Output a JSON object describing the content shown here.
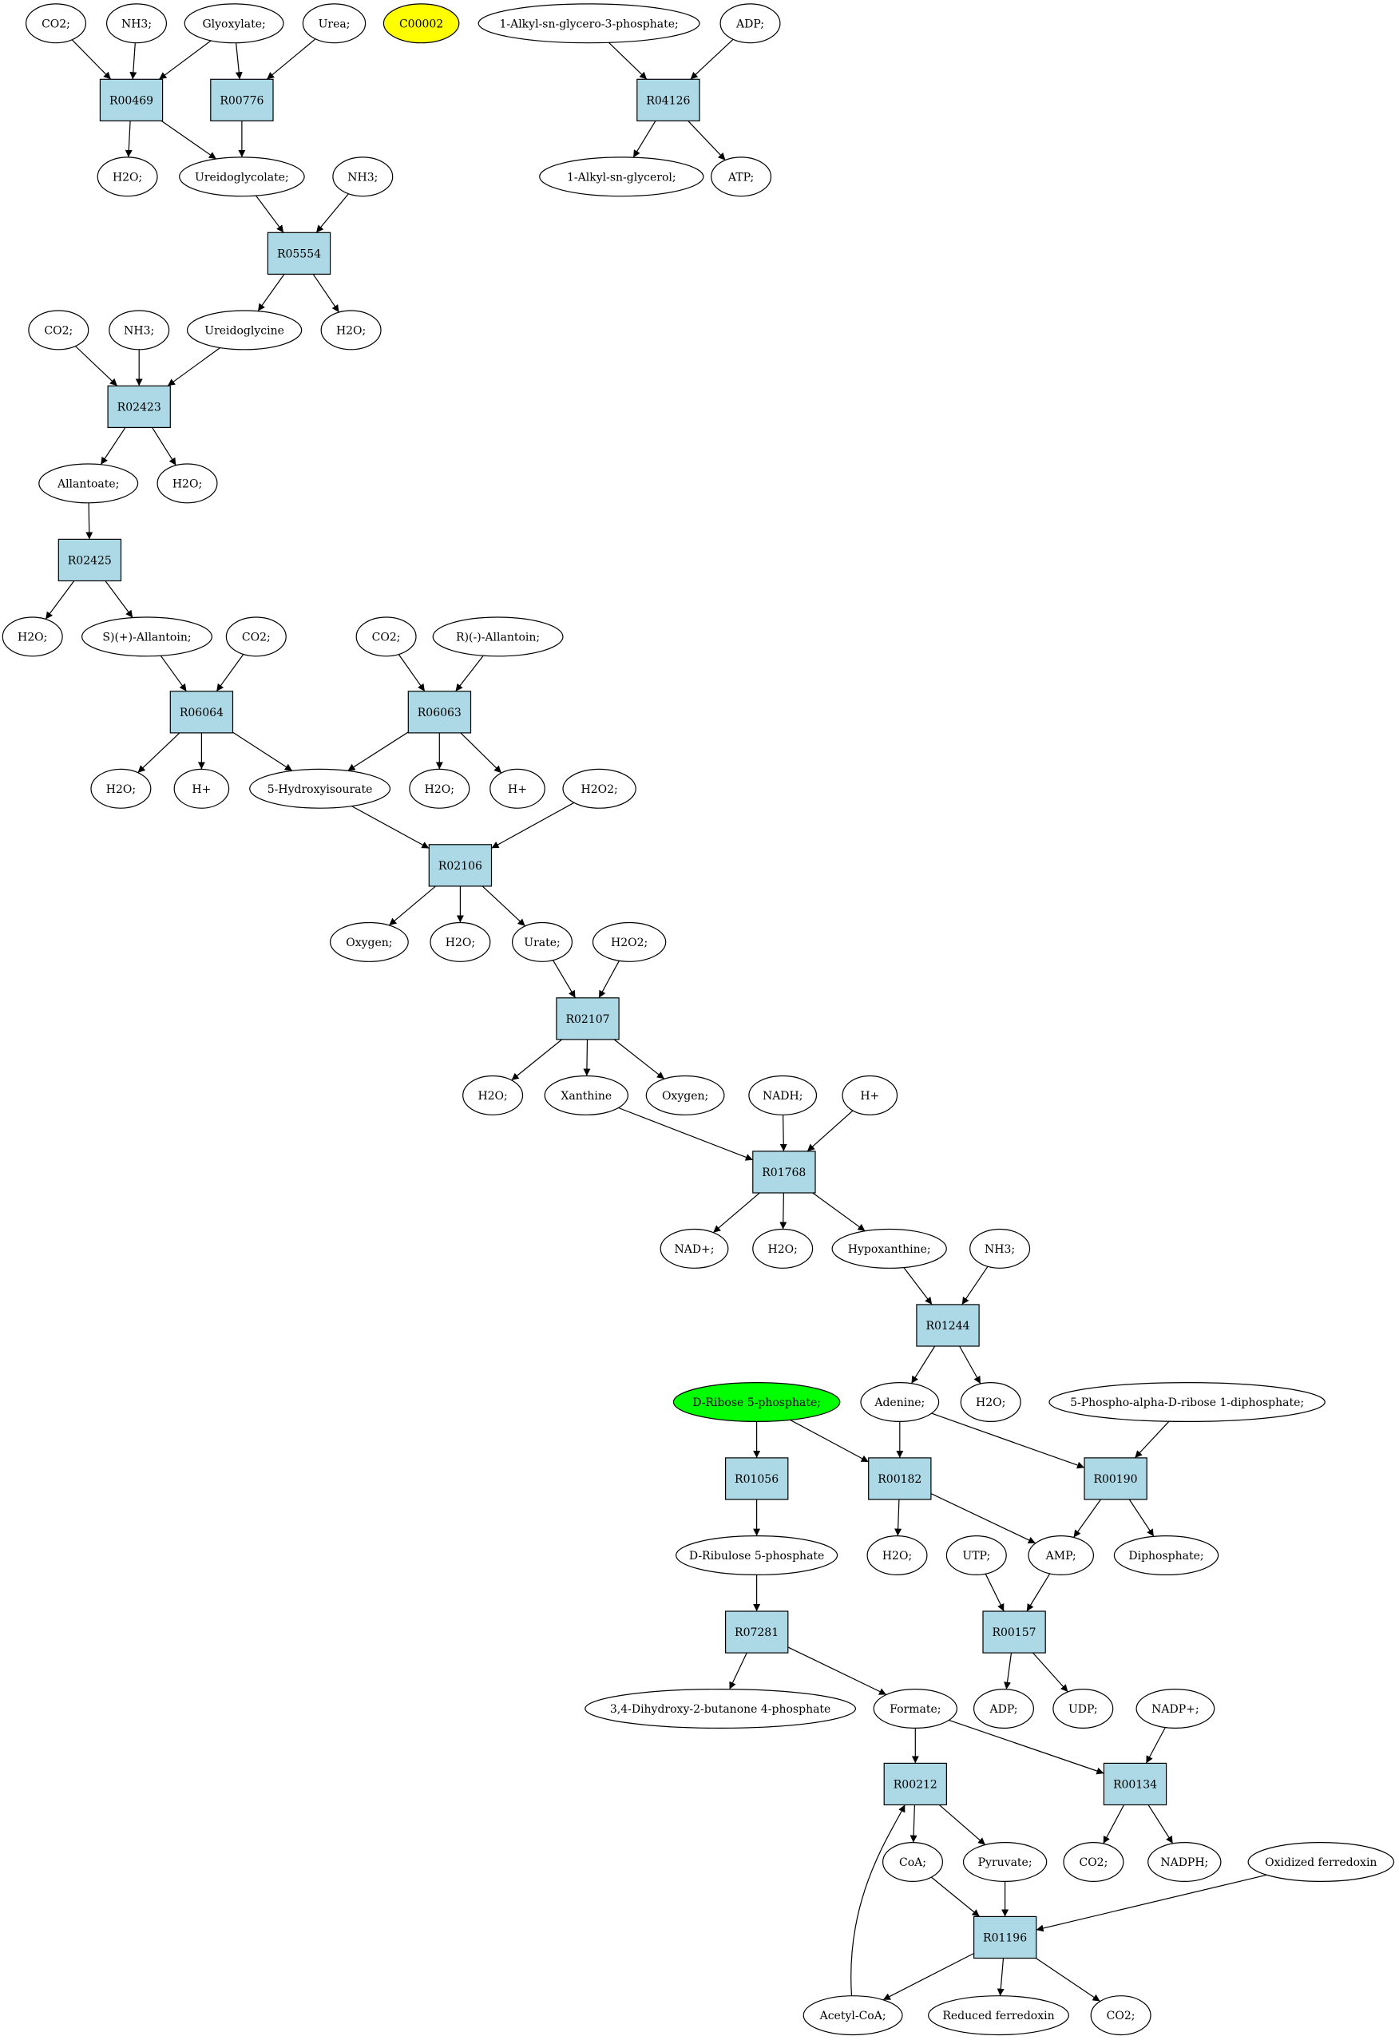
{
  "colors": {
    "reaction_fill": "#add8e6",
    "compound_fill": "#ffffff",
    "yellow_highlight": "#ffff00",
    "green_highlight": "#00ff00"
  },
  "reactions": {
    "r00469": "R00469",
    "r00776": "R00776",
    "r04126": "R04126",
    "r05554": "R05554",
    "r02423": "R02423",
    "r02425": "R02425",
    "r06064": "R06064",
    "r06063": "R06063",
    "r02106": "R02106",
    "r02107": "R02107",
    "r01768": "R01768",
    "r01244": "R01244",
    "r01056": "R01056",
    "r00182": "R00182",
    "r00190": "R00190",
    "r07281": "R07281",
    "r00157": "R00157",
    "r00212": "R00212",
    "r00134": "R00134",
    "r01196": "R01196"
  },
  "compounds": {
    "co2_1": "CO2;",
    "nh3_1": "NH3;",
    "glyoxylate": "Glyoxylate;",
    "urea": "Urea;",
    "c00002": "C00002",
    "alkyl_g3p": "1-Alkyl-sn-glycero-3-phosphate;",
    "adp_1": "ADP;",
    "h2o_1": "H2O;",
    "ureidoglycolate": "Ureidoglycolate;",
    "nh3_2": "NH3;",
    "alkyl_glycerol": "1-Alkyl-sn-glycerol;",
    "atp": "ATP;",
    "co2_2": "CO2;",
    "nh3_3": "NH3;",
    "ureidoglycine": "Ureidoglycine",
    "h2o_2": "H2O;",
    "allantoate": "Allantoate;",
    "h2o_3": "H2O;",
    "h2o_4": "H2O;",
    "s_allantoin": "S)(+)-Allantoin;",
    "co2_3": "CO2;",
    "co2_4": "CO2;",
    "r_allantoin": "R)(-)-Allantoin;",
    "h2o_5": "H2O;",
    "hplus_1": "H+",
    "hydroxyisourate": "5-Hydroxyisourate",
    "h2o_6": "H2O;",
    "hplus_2": "H+",
    "h2o2_1": "H2O2;",
    "oxygen_1": "Oxygen;",
    "h2o_7": "H2O;",
    "urate": "Urate;",
    "h2o2_2": "H2O2;",
    "h2o_8": "H2O;",
    "xanthine": "Xanthine",
    "oxygen_2": "Oxygen;",
    "nadh": "NADH;",
    "hplus_3": "H+",
    "nadplus": "NAD+;",
    "h2o_9": "H2O;",
    "hypoxanthine": "Hypoxanthine;",
    "nh3_4": "NH3;",
    "d_ribose_5p": "D-Ribose 5-phosphate;",
    "adenine": "Adenine;",
    "h2o_10": "H2O;",
    "prpp": "5-Phospho-alpha-D-ribose 1-diphosphate;",
    "d_ribulose_5p": "D-Ribulose 5-phosphate",
    "h2o_11": "H2O;",
    "utp": "UTP;",
    "amp": "AMP;",
    "diphosphate": "Diphosphate;",
    "dhbp": "3,4-Dihydroxy-2-butanone 4-phosphate",
    "formate": "Formate;",
    "adp_2": "ADP;",
    "udp": "UDP;",
    "nadpplus": "NADP+;",
    "coa": "CoA;",
    "pyruvate": "Pyruvate;",
    "co2_5": "CO2;",
    "nadph": "NADPH;",
    "ox_ferredoxin": "Oxidized ferredoxin",
    "acetyl_coa": "Acetyl-CoA;",
    "red_ferredoxin": "Reduced ferredoxin",
    "co2_6": "CO2;"
  }
}
